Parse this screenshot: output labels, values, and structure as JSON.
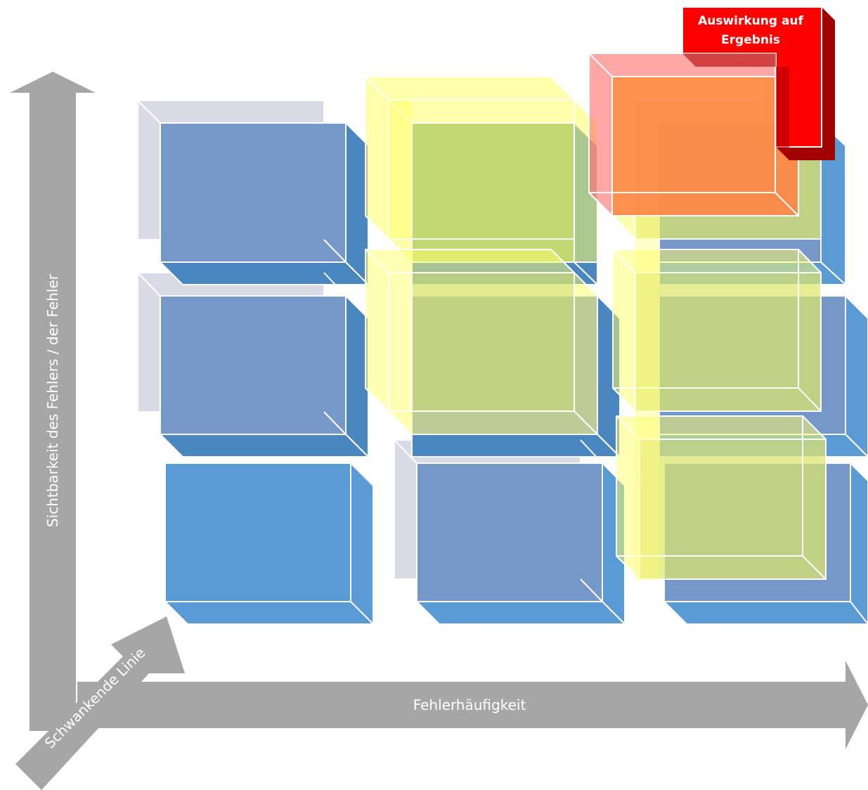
{
  "labels": {
    "y_axis": "Sichtbarkeit des Fehlers / der Fehler",
    "x_axis": "Fehlerhäufigkeit",
    "z_axis": "Schwankende Linie",
    "badge_line1": "Auswirkung auf",
    "badge_line2": "Ergebnis"
  },
  "colors": {
    "axis": "#a6a6a6",
    "blue_front": "#5b9bd5",
    "blue_side": "#4a86c0",
    "ghost": "#c8c8dc",
    "highlight_yellow": "#ffff66",
    "highlight_orange": "#ff8a3c",
    "highlight_pink": "#ff6b6b",
    "impact_red": "#ff0000",
    "impact_dark_red": "#a00000",
    "edge": "#ffffff"
  },
  "matrix": {
    "rows": 3,
    "columns": 3,
    "highlighted_cells": [
      "row1-col2",
      "row1-col3",
      "row2-col2",
      "row2-col3",
      "row3-col3"
    ],
    "impact_cell": "row1-col3"
  }
}
